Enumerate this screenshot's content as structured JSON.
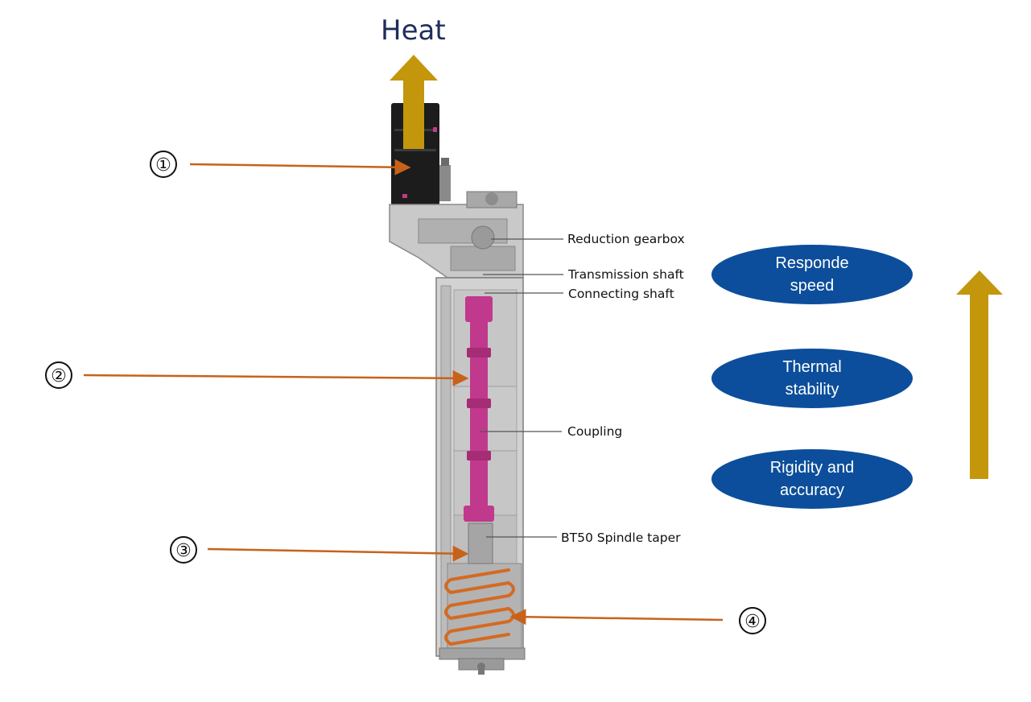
{
  "heat_label": "Heat",
  "markers": [
    "①",
    "②",
    "③",
    "④"
  ],
  "callouts": {
    "reduction_gearbox": "Reduction gearbox",
    "transmission_shaft": "Transmission shaft",
    "connecting_shaft": "Connecting shaft",
    "coupling": "Coupling",
    "spindle_taper": "BT50 Spindle taper"
  },
  "benefits": [
    "Responde\nspeed",
    "Thermal\nstability",
    "Rigidity and\naccuracy"
  ],
  "colors": {
    "heat_arrow": "#c4960c",
    "pointer_arrow": "#c8621b",
    "oval_fill": "#0c4e9b",
    "shaft": "#c0398c",
    "housing": "#b8b8b8",
    "motor": "#1c1c1c",
    "coil": "#d46a22",
    "title_text": "#1f2d5c"
  }
}
